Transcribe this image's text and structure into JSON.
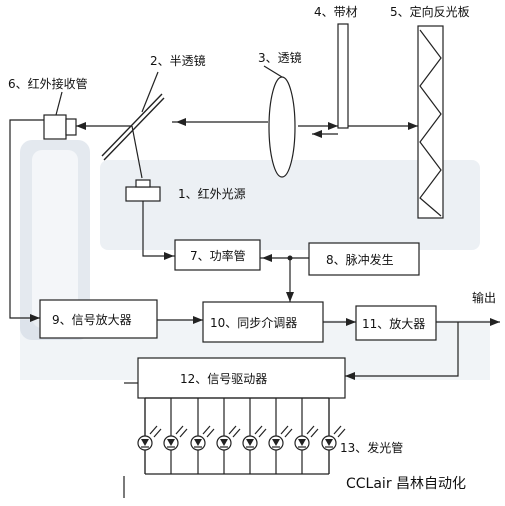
{
  "labels": {
    "strip": "4、带材",
    "reflector": "5、定向反光板",
    "half_mirror": "2、半透镜",
    "lens": "3、透镜",
    "ir_receiver": "6、红外接收管",
    "ir_source": "1、红外光源",
    "power_tube": "7、功率管",
    "pulse_gen": "8、脉冲发生",
    "signal_amp": "9、信号放大器",
    "sync_demod": "10、同步介调器",
    "amplifier": "11、放大器",
    "signal_driver": "12、信号驱动器",
    "leds": "13、发光管",
    "output": "输出"
  },
  "brand": {
    "caption": "CCLair 昌林自动化"
  },
  "watermark": {
    "text": "CCLair 昌林自动化"
  },
  "colors": {
    "line": "#222222",
    "watermark": "#c9d3e0"
  }
}
